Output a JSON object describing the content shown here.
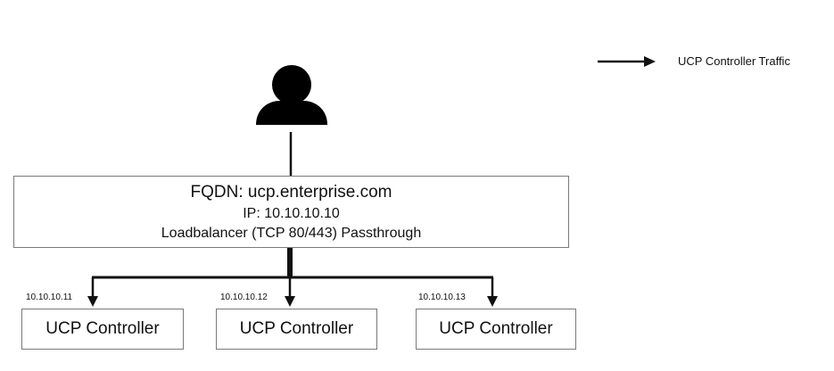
{
  "legend": {
    "label": "UCP Controller Traffic",
    "icon": "arrow-right-icon"
  },
  "user": {
    "icon": "user-icon"
  },
  "loadbalancer": {
    "fqdn": "FQDN: ucp.enterprise.com",
    "ip": "IP: 10.10.10.10",
    "mode": "Loadbalancer (TCP 80/443) Passthrough"
  },
  "controllers": [
    {
      "ip": "10.10.10.11",
      "label": "UCP Controller"
    },
    {
      "ip": "10.10.10.12",
      "label": "UCP Controller"
    },
    {
      "ip": "10.10.10.13",
      "label": "UCP Controller"
    }
  ]
}
